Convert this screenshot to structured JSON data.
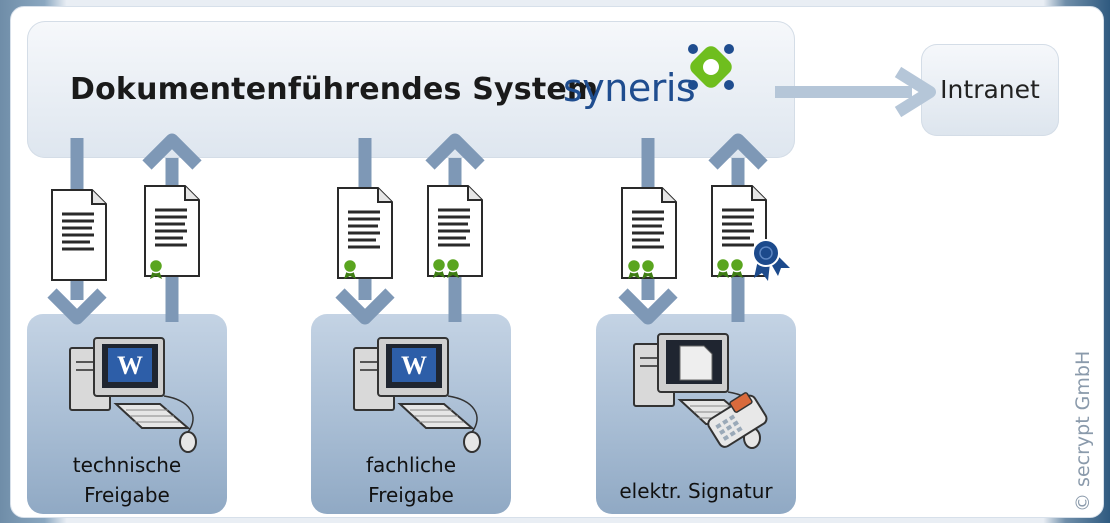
{
  "diagram": {
    "system_title": "Dokumentenführendes System",
    "brand": "syneris",
    "intranet_label": "Intranet",
    "stations": [
      {
        "line1": "technische",
        "line2": "Freigabe",
        "seals_on_up_document": 1,
        "seals_on_down_document": 0,
        "device": "word-workstation"
      },
      {
        "line1": "fachliche",
        "line2": "Freigabe",
        "seals_on_up_document": 2,
        "seals_on_down_document": 1,
        "device": "word-workstation"
      },
      {
        "line1": "elektr. Signatur",
        "line2": "",
        "seals_on_up_document": 2,
        "seals_on_down_document": 2,
        "device": "signature-workstation",
        "signature_rosette": true
      }
    ],
    "copyright": "© secrypt GmbH"
  },
  "colors": {
    "arrow": "#7e98b6",
    "brand": "#1f4d8f",
    "logo_green": "#6fbe1e",
    "logo_blue": "#1f4d8f",
    "seal_green": "#5aa51f",
    "rosette_blue": "#1c4a8c"
  }
}
